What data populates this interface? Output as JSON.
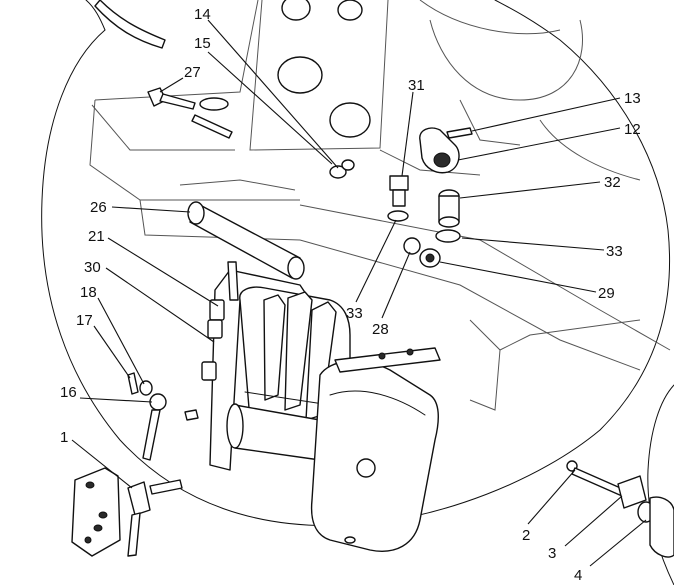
{
  "callouts": [
    {
      "id": "c14",
      "text": "14"
    },
    {
      "id": "c15",
      "text": "15"
    },
    {
      "id": "c27",
      "text": "27"
    },
    {
      "id": "c31",
      "text": "31"
    },
    {
      "id": "c13",
      "text": "13"
    },
    {
      "id": "c12",
      "text": "12"
    },
    {
      "id": "c32",
      "text": "32"
    },
    {
      "id": "c26",
      "text": "26"
    },
    {
      "id": "c33a",
      "text": "33"
    },
    {
      "id": "c21",
      "text": "21"
    },
    {
      "id": "c29",
      "text": "29"
    },
    {
      "id": "c30",
      "text": "30"
    },
    {
      "id": "c33b",
      "text": "33"
    },
    {
      "id": "c28",
      "text": "28"
    },
    {
      "id": "c18",
      "text": "18"
    },
    {
      "id": "c17",
      "text": "17"
    },
    {
      "id": "c16",
      "text": "16"
    },
    {
      "id": "c1",
      "text": "1"
    },
    {
      "id": "c2",
      "text": "2"
    },
    {
      "id": "c3",
      "text": "3"
    },
    {
      "id": "c4",
      "text": "4"
    }
  ]
}
